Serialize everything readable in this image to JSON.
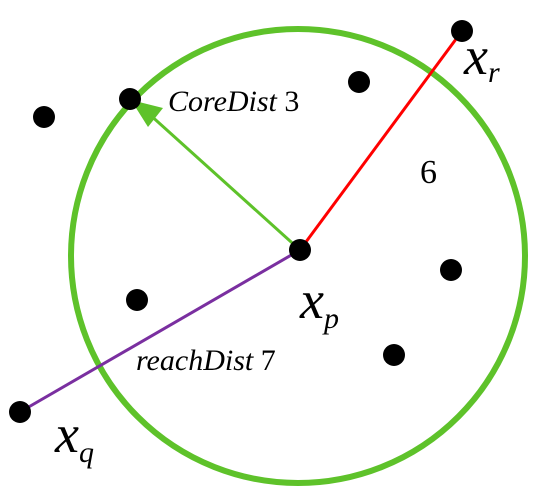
{
  "colors": {
    "circle": "#5ec22a",
    "core_arrow": "#5ec22a",
    "reach_r": "#ff0000",
    "reach_q": "#7a2fa0",
    "points": "#000000",
    "text": "#000000"
  },
  "labels": {
    "core_dist_name": "CoreDist",
    "core_dist_value": "3",
    "reach_dist_name": "reachDist",
    "reach_dist_value": "7",
    "distance_r": "6",
    "xp_main": "x",
    "xp_sub": "p",
    "xq_main": "x",
    "xq_sub": "q",
    "xr_main": "x",
    "xr_sub": "r"
  }
}
